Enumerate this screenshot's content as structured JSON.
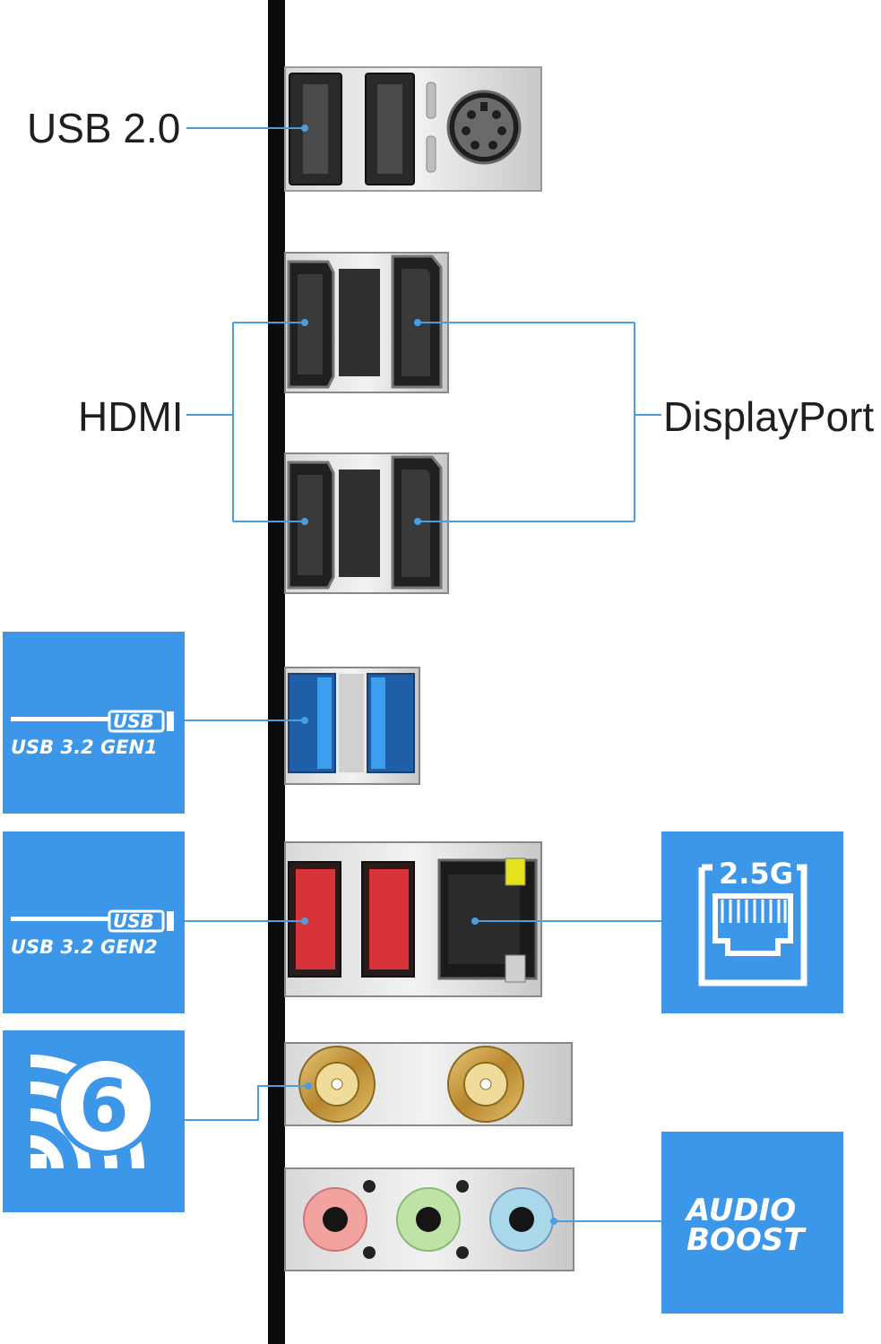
{
  "labels": {
    "usb2": "USB 2.0",
    "hdmi": "HDMI",
    "displayport": "DisplayPort"
  },
  "badges": {
    "usb_gen1": {
      "logo": "USB",
      "text": "USB 3.2 GEN1"
    },
    "usb_gen2": {
      "logo": "USB",
      "text": "USB 3.2 GEN2"
    },
    "lan": {
      "text": "2.5G"
    },
    "wifi": {
      "text": "6"
    },
    "audio": {
      "line1": "AUDIO",
      "line2": "BOOST"
    }
  },
  "colors": {
    "badge_blue": "#3d97e8",
    "leader_line": "#4a9ee0",
    "usb3_gen1_port": "#2f7fd0",
    "usb3_gen2_port": "#d9333a",
    "jack_pink": "#f2a3a0",
    "jack_green": "#bfe3a6",
    "jack_blue": "#a8d8ea",
    "antenna_gold": "#c9a24a",
    "lan_led": "#e4e21c"
  },
  "icons": {
    "ps2": "ps2-port-icon",
    "lan": "rj45-port-icon",
    "wifi": "wifi-6-icon",
    "antenna": "sma-connector-icon",
    "audio": "audio-jack-icon"
  }
}
